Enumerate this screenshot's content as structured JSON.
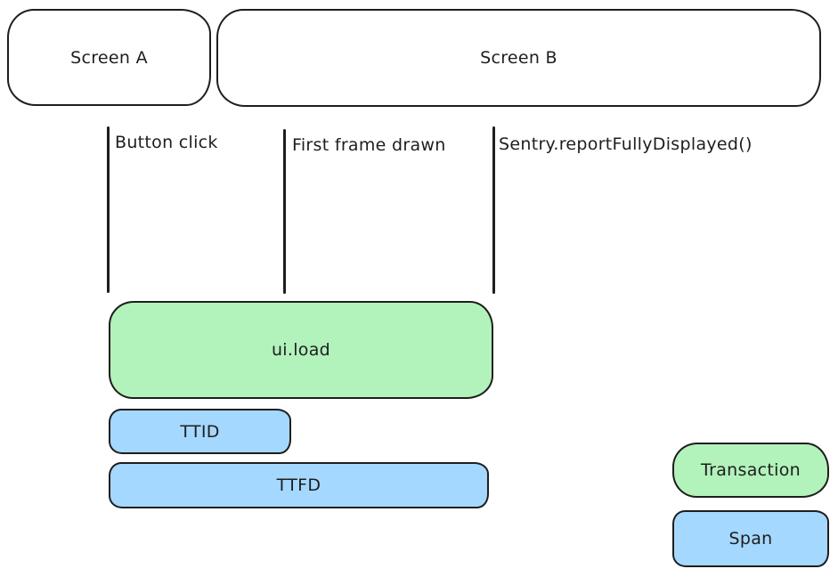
{
  "screens": [
    {
      "label": "Screen A"
    },
    {
      "label": "Screen B"
    }
  ],
  "events": [
    {
      "label": "Button click"
    },
    {
      "label": "First frame drawn"
    },
    {
      "label": "Sentry.reportFullyDisplayed()"
    }
  ],
  "bars": [
    {
      "label": "ui.load",
      "kind": "transaction"
    },
    {
      "label": "TTID",
      "kind": "span"
    },
    {
      "label": "TTFD",
      "kind": "span"
    }
  ],
  "legend": [
    {
      "label": "Transaction",
      "kind": "transaction"
    },
    {
      "label": "Span",
      "kind": "span"
    }
  ],
  "colors": {
    "transaction_fill": "#b2f2bb",
    "span_fill": "#a5d8ff",
    "stroke": "#1e1e1e",
    "background": "#ffffff"
  }
}
